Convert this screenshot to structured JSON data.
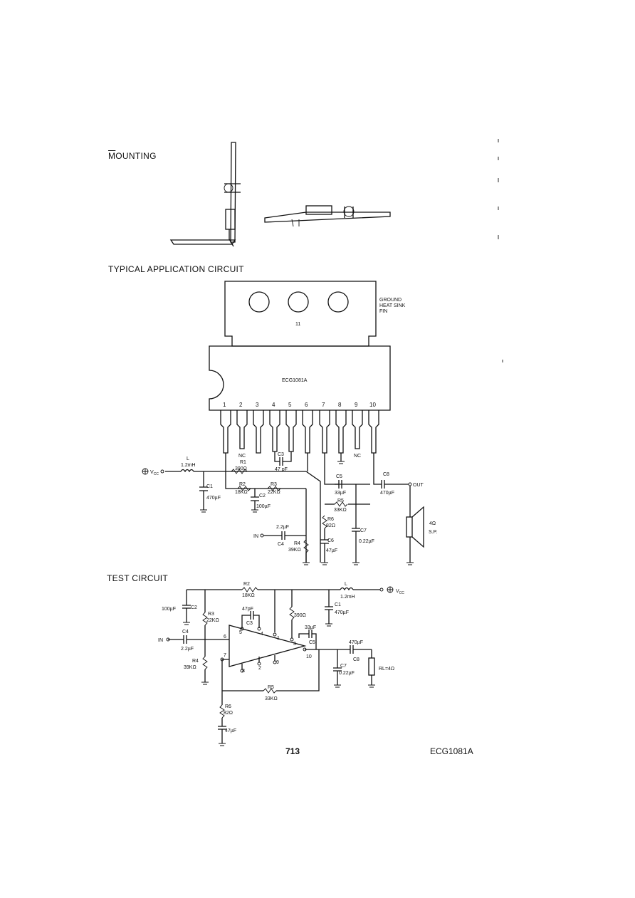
{
  "sections": {
    "mounting": {
      "title_first": "M",
      "title_rest": "OUNTING"
    },
    "typical": {
      "title": "TYPICAL APPLICATION CIRCUIT"
    },
    "test": {
      "title": "TEST CIRCUIT"
    }
  },
  "typical_circuit": {
    "heatsink_note": [
      "GROUND",
      "HEAT SINK",
      "FIN"
    ],
    "heatsink_mark": "11",
    "ic_label": "ECG1081A",
    "pins": [
      "1",
      "2",
      "3",
      "4",
      "5",
      "6",
      "7",
      "8",
      "9",
      "10"
    ],
    "nc": "NC",
    "vcc": "V",
    "vcc_sub": "CC",
    "input": "IN",
    "output": "OUT",
    "inductor": {
      "name": "L",
      "value": "1.2mH"
    },
    "c1": {
      "name": "C1",
      "value": "470µF"
    },
    "r1": {
      "name": "R1",
      "value": "390Ω"
    },
    "r2": {
      "name": "R2",
      "value": "18KΩ"
    },
    "r3": {
      "name": "R3",
      "value": "22KΩ"
    },
    "c2": {
      "name": "C2",
      "value": "100µF"
    },
    "c3": {
      "name": "C3",
      "value": "47 pF"
    },
    "c4": {
      "name": "C4",
      "value": "2.2µF"
    },
    "r4": {
      "name": "R4",
      "value": "39KΩ"
    },
    "c5": {
      "name": "C5",
      "value": "33µF"
    },
    "r5": {
      "name": "R5",
      "value": "33KΩ"
    },
    "r6": {
      "name": "R6",
      "value": "82Ω"
    },
    "c6": {
      "name": "C6",
      "value": "47µF"
    },
    "c7": {
      "name": "C7",
      "value": "0.22µF"
    },
    "c8": {
      "name": "C8",
      "value": "470µF"
    },
    "speaker": {
      "value": "4Ω",
      "name": "S.P."
    }
  },
  "test_circuit": {
    "r2": {
      "name": "R2",
      "value": "18KΩ"
    },
    "inductor": {
      "name": "L",
      "value": "1.2mH"
    },
    "vcc": "V",
    "vcc_sub": "CC",
    "c2": {
      "name": "C2",
      "value": "100µF"
    },
    "r3": {
      "name": "R3",
      "value": "22KΩ"
    },
    "c3": {
      "name": "C3",
      "value": "47pF"
    },
    "r1": {
      "value": "390Ω"
    },
    "c1": {
      "name": "C1",
      "value": "470µF"
    },
    "c5": {
      "name": "C5",
      "value": "33µF"
    },
    "input": "IN",
    "c4": {
      "name": "C4",
      "value": "2.2µF"
    },
    "r4": {
      "name": "R4",
      "value": "39KΩ"
    },
    "c8": {
      "name": "C8",
      "value": "470µF"
    },
    "c7": {
      "name": "C7",
      "value": "0.22µF"
    },
    "rl": "RL=4Ω",
    "r5": {
      "name": "R5",
      "value": "33KΩ"
    },
    "r6": {
      "name": "R6",
      "value": "82Ω"
    },
    "c6": {
      "value": "47µF"
    },
    "pins": {
      "p1": "1",
      "p2": "2",
      "p3": "3",
      "p4": "4",
      "p5": "5",
      "p6": "6",
      "p7": "7",
      "p8": "8",
      "p9": "9",
      "p10": "10"
    }
  },
  "footer": {
    "page_number": "713",
    "part_code": "ECG1081A"
  }
}
